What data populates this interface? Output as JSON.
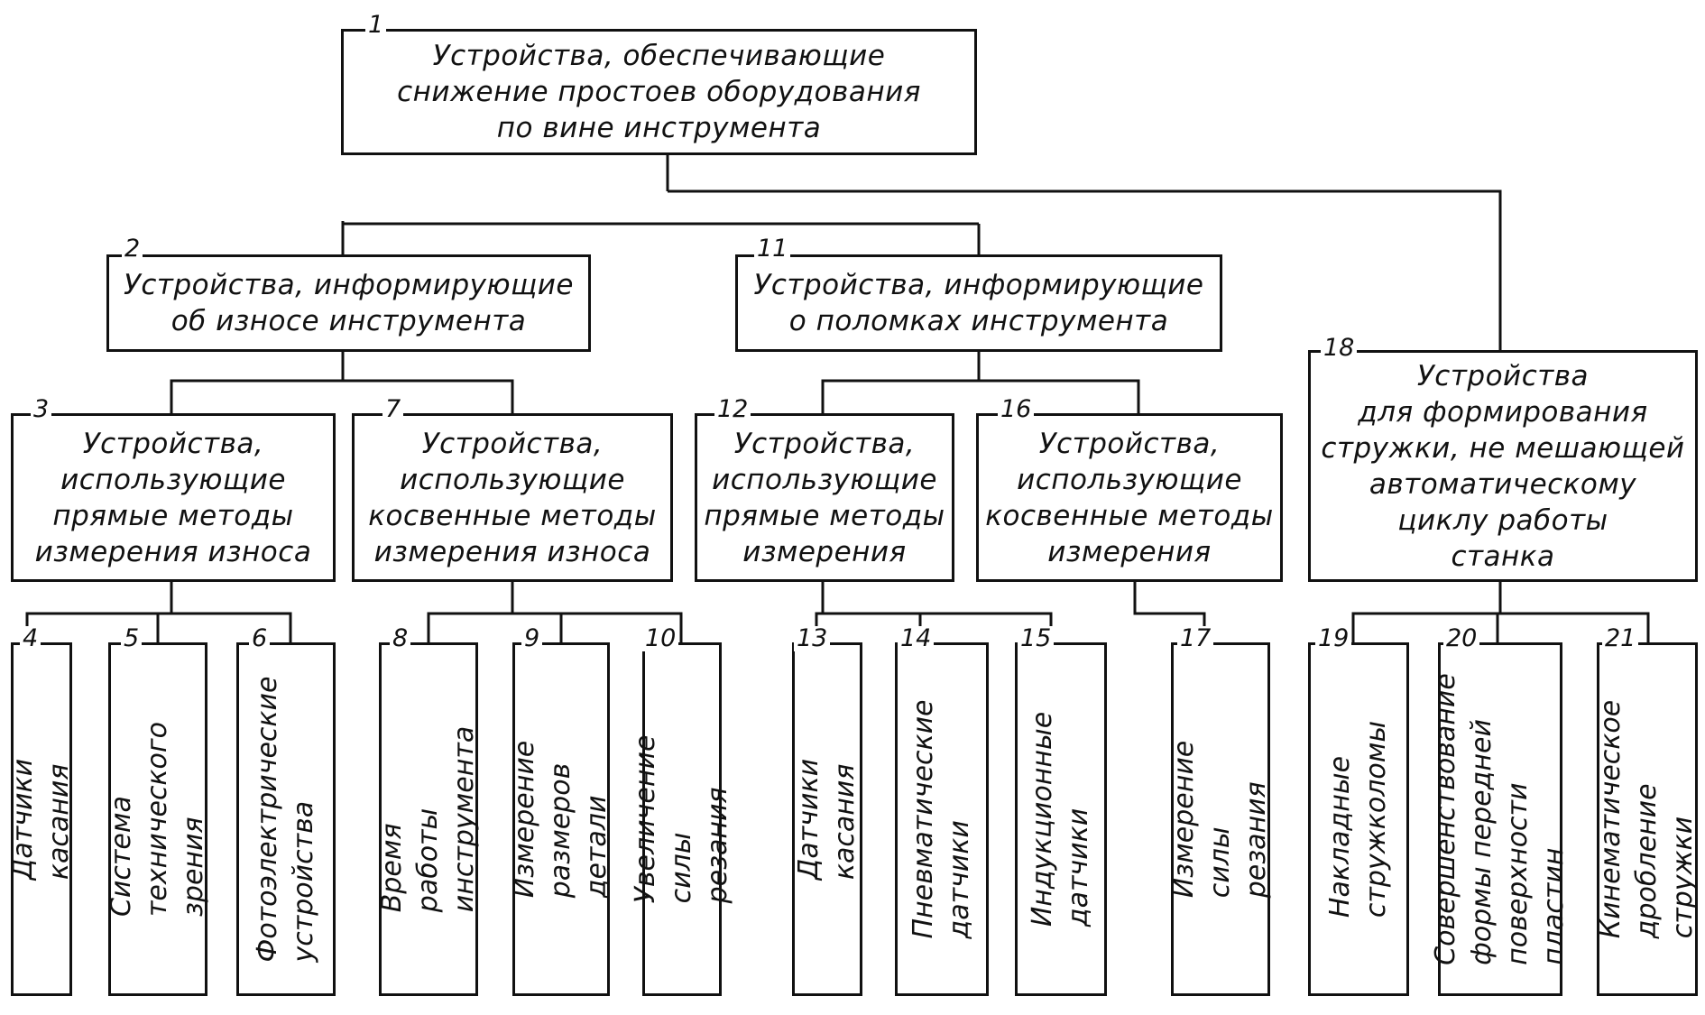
{
  "nodes": {
    "n1": {
      "num": "1",
      "text": "Устройства, обеспечивающие\nснижение простоев оборудования\nпо вине инструмента"
    },
    "n2": {
      "num": "2",
      "text": "Устройства, информирующие\nоб износе инструмента"
    },
    "n11": {
      "num": "11",
      "text": "Устройства, информирующие\nо поломках инструмента"
    },
    "n18": {
      "num": "18",
      "text": "Устройства\nдля формирования\nстружки, не мешающей\nавтоматическому\nциклу работы\nстанка"
    },
    "n3": {
      "num": "3",
      "text": "Устройства,\nиспользующие\nпрямые методы\nизмерения износа"
    },
    "n7": {
      "num": "7",
      "text": "Устройства,\nиспользующие\nкосвенные методы\nизмерения износа"
    },
    "n12": {
      "num": "12",
      "text": "Устройства,\nиспользующие\nпрямые методы\nизмерения"
    },
    "n16": {
      "num": "16",
      "text": "Устройства,\nиспользующие\nкосвенные методы\nизмерения"
    },
    "n4": {
      "num": "4",
      "text": "Датчики касания"
    },
    "n5": {
      "num": "5",
      "text": "Система\nтехнического зрения"
    },
    "n6": {
      "num": "6",
      "text": "Фотоэлектрические\nустройства"
    },
    "n8": {
      "num": "8",
      "text": "Время работы\nинструмента"
    },
    "n9": {
      "num": "9",
      "text": "Измерение\nразмеров детали"
    },
    "n10": {
      "num": "10",
      "text": "Увеличение\nсилы резания"
    },
    "n13": {
      "num": "13",
      "text": "Датчики касания"
    },
    "n14": {
      "num": "14",
      "text": "Пневматические\nдатчики"
    },
    "n15": {
      "num": "15",
      "text": "Индукционные\nдатчики"
    },
    "n17": {
      "num": "17",
      "text": "Измерение\nсилы резания"
    },
    "n19": {
      "num": "19",
      "text": "Накладные\nстружколомы"
    },
    "n20": {
      "num": "20",
      "text": "Совершенствование\nформы передней\nповерхности пластин"
    },
    "n21": {
      "num": "21",
      "text": "Кинематическое\nдробление стружки"
    }
  }
}
